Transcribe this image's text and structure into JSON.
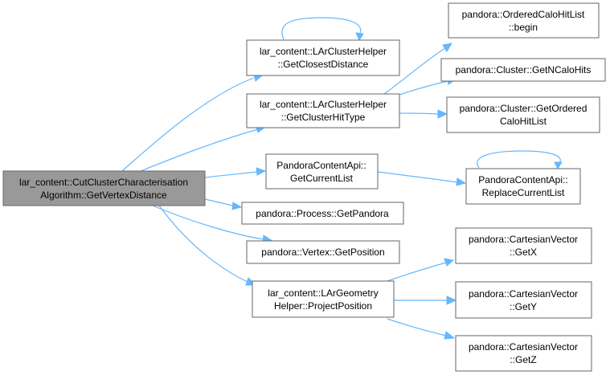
{
  "nodes": {
    "root": {
      "line1": "lar_content::CutClusterCharacterisation",
      "line2": "Algorithm::GetVertexDistance"
    },
    "closest": {
      "line1": "lar_content::LArClusterHelper",
      "line2": "::GetClosestDistance"
    },
    "hittype": {
      "line1": "lar_content::LArClusterHelper",
      "line2": "::GetClusterHitType"
    },
    "begin": {
      "line1": "pandora::OrderedCaloHitList",
      "line2": "::begin"
    },
    "ncalo": {
      "line1": "pandora::Cluster::GetNCaloHits"
    },
    "ordered": {
      "line1": "pandora::Cluster::GetOrdered",
      "line2": "CaloHitList"
    },
    "curlist": {
      "line1": "PandoraContentApi::",
      "line2": "GetCurrentList"
    },
    "replace": {
      "line1": "PandoraContentApi::",
      "line2": "ReplaceCurrentList"
    },
    "getpandora": {
      "line1": "pandora::Process::GetPandora"
    },
    "getpos": {
      "line1": "pandora::Vertex::GetPosition"
    },
    "project": {
      "line1": "lar_content::LArGeometry",
      "line2": "Helper::ProjectPosition"
    },
    "getx": {
      "line1": "pandora::CartesianVector",
      "line2": "::GetX"
    },
    "gety": {
      "line1": "pandora::CartesianVector",
      "line2": "::GetY"
    },
    "getz": {
      "line1": "pandora::CartesianVector",
      "line2": "::GetZ"
    }
  },
  "colors": {
    "edge": "#63b8ff",
    "root_fill": "#999999",
    "node_border": "#666666"
  }
}
